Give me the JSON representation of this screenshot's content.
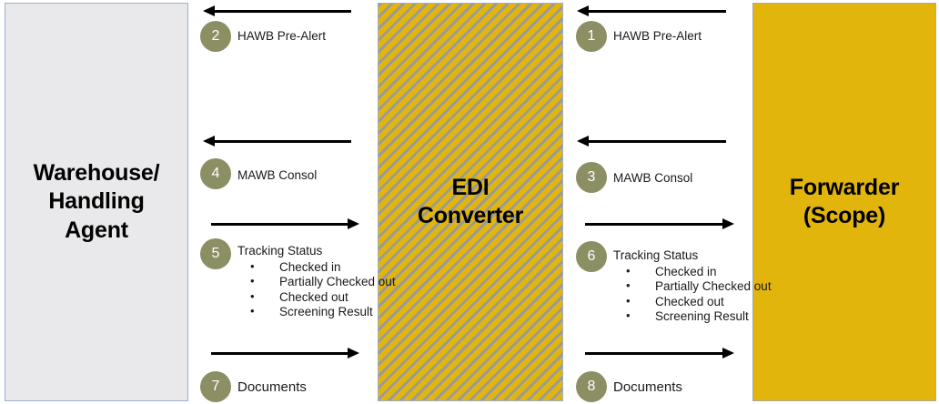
{
  "diagram": {
    "title": "EDI message flow between Warehouse/Handling Agent, EDI Converter and Forwarder",
    "colors": {
      "box_gold": "#E2B50C",
      "box_silver": "#E9E9EB",
      "box_border_blue": "#9BAFCE",
      "badge_olive": "#8C8E63",
      "arrow_black": "#000000",
      "hatch_gray": "#9A9A9A"
    },
    "actors": [
      {
        "id": "warehouse",
        "label": "Warehouse/\nHandling\nAgent"
      },
      {
        "id": "edi",
        "label": "EDI\nConverter"
      },
      {
        "id": "forwarder",
        "label": "Forwarder\n(Scope)"
      }
    ],
    "flows": [
      {
        "number": "2",
        "title": "HAWB Pre-Alert",
        "direction": "left",
        "lane": "left",
        "bullets": []
      },
      {
        "number": "4",
        "title": "MAWB Consol",
        "direction": "left",
        "lane": "left",
        "bullets": []
      },
      {
        "number": "5",
        "title": "Tracking Status",
        "direction": "right",
        "lane": "left",
        "bullets": [
          "Checked in",
          "Partially Checked out",
          "Checked out",
          "Screening Result"
        ]
      },
      {
        "number": "7",
        "title": "Documents",
        "direction": "right",
        "lane": "left",
        "bullets": []
      },
      {
        "number": "1",
        "title": "HAWB Pre-Alert",
        "direction": "left",
        "lane": "right",
        "bullets": []
      },
      {
        "number": "3",
        "title": "MAWB Consol",
        "direction": "left",
        "lane": "right",
        "bullets": []
      },
      {
        "number": "6",
        "title": "Tracking Status",
        "direction": "right",
        "lane": "right",
        "bullets": [
          "Checked in",
          "Partially Checked out",
          "Checked out",
          "Screening Result"
        ]
      },
      {
        "number": "8",
        "title": "Documents",
        "direction": "right",
        "lane": "right",
        "bullets": []
      }
    ]
  }
}
